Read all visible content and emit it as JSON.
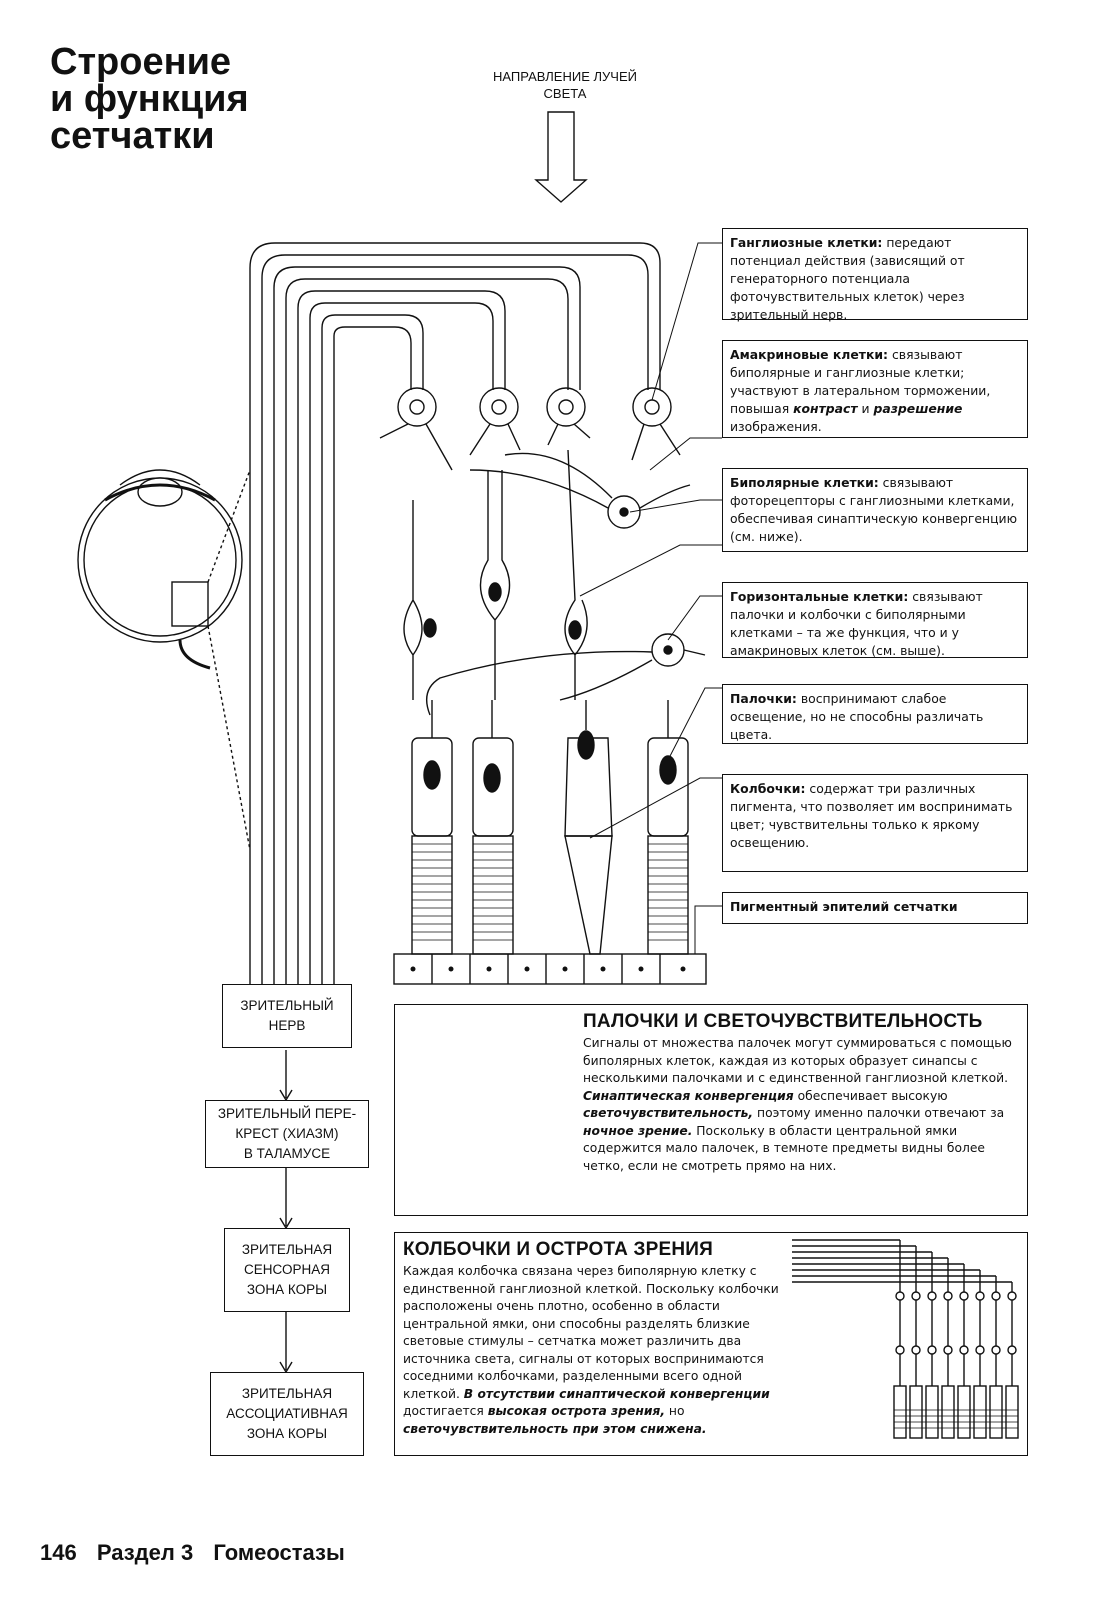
{
  "title": "Строение\nи функция\nсетчатки",
  "light_direction": "НАПРАВЛЕНИЕ ЛУЧЕЙ\nСВЕТА",
  "labels": {
    "ganglion": {
      "term": "Ганглиозные клетки:",
      "text": "передают потенциал действия (зависящий от генераторного потенциала фоточувствительных клеток) через зрительный нерв."
    },
    "amacrine": {
      "term": "Амакриновые клетки:",
      "text_before": "связывают биполярные и ганглиозные клетки; участвуют в латеральном торможении, повышая",
      "em1": "контраст",
      "mid": "и",
      "em2": "разрешение",
      "text_after": "изображения."
    },
    "bipolar": {
      "term": "Биполярные клетки:",
      "text": "связывают фоторецепторы с ганглиозными клетками, обеспечивая синаптическую конвергенцию (см. ниже)."
    },
    "horizontal": {
      "term": "Горизонтальные клетки:",
      "text": "связывают палочки и колбочки с биполярными клетками – та же функция, что и у амакриновых клеток (см. выше)."
    },
    "rods": {
      "term": "Палочки:",
      "text": "воспринимают слабое освещение, но не способны различать цвета."
    },
    "cones": {
      "term": "Колбочки:",
      "text": "содержат три различных пигмента, что позволяет им воспринимать цвет; чувствительны только к яркому освещению."
    },
    "pigment": {
      "term": "Пигментный эпителий сетчатки"
    }
  },
  "flow": [
    "ЗРИТЕЛЬНЫЙ\nНЕРВ",
    "ЗРИТЕЛЬНЫЙ ПЕРЕ-\nКРЕСТ (ХИАЗМ)\nВ ТАЛАМУСЕ",
    "ЗРИТЕЛЬНАЯ\nСЕНСОРНАЯ\nЗОНА КОРЫ",
    "ЗРИТЕЛЬНАЯ\nАССОЦИАТИВНАЯ\nЗОНА КОРЫ"
  ],
  "rods_panel": {
    "title": "ПАЛОЧКИ И СВЕТОЧУВСТВИТЕЛЬНОСТЬ",
    "p1": "Сигналы от множества палочек могут суммироваться с помощью биполярных клеток, каждая из которых образует синапсы с несколькими палочками и с единственной ганглиозной клеткой.",
    "e1": "Синаптическая конвергенция",
    "p2": "обеспечивает высокую",
    "e2": "светочувствительность,",
    "p3": "поэтому именно палочки отвечают за",
    "e3": "ночное зрение.",
    "p4": "Поскольку в области центральной ямки содержится мало палочек, в темноте предметы видны более четко, если не смотреть прямо на них."
  },
  "cones_panel": {
    "title": "КОЛБОЧКИ И ОСТРОТА ЗРЕНИЯ",
    "p1": "Каждая колбочка связана через биполярную клетку с единственной ганглиозной клеткой. Поскольку колбочки расположены очень плотно, особенно в области центральной ямки, они способны разделять близкие световые стимулы – сетчатка может различить два источника света, сигналы от которых воспринимаются соседними колбочками, разделенными всего одной клеткой.",
    "e1": "В отсутствии синаптической конвергенции",
    "p2": "достигается",
    "e2": "высокая острота зрения,",
    "p3": "но",
    "e3": "светочувствительность при этом снижена."
  },
  "footer": {
    "page": "146",
    "section": "Раздел 3",
    "chapter": "Гомеостазы"
  },
  "icons": [
    "eye-cross-section-icon",
    "down-arrow-icon",
    "retina-diagram"
  ]
}
